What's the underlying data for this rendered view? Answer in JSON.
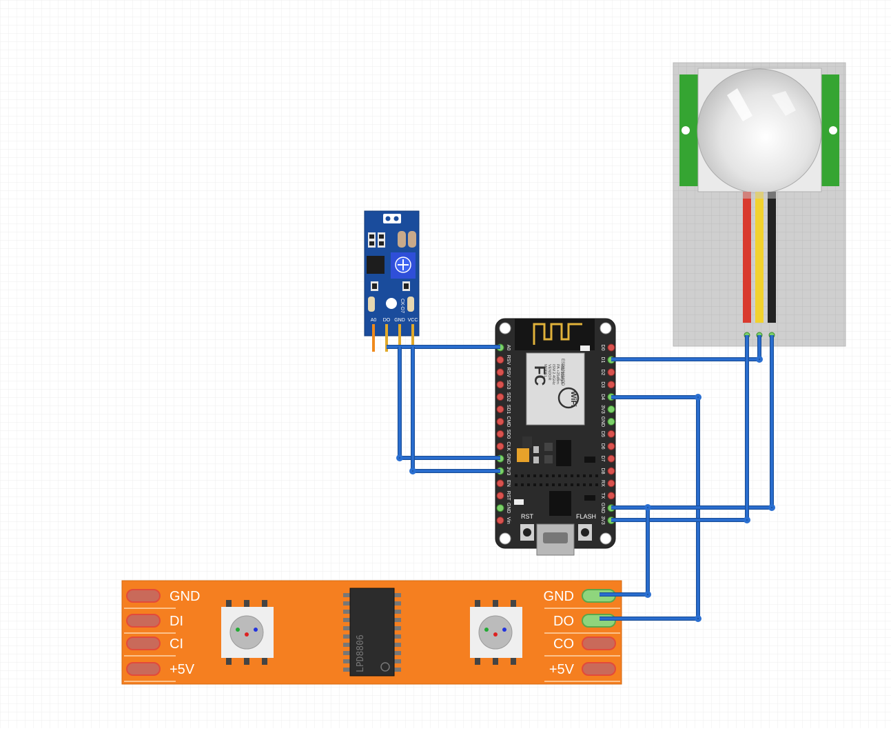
{
  "colors": {
    "wire": "#2a6fd1",
    "wire_edge": "#1a4f99",
    "mcu_board": "#2b2b2b",
    "sensor_board": "#1a4c9c",
    "strip": "#f57f20",
    "pir_green": "#35a532",
    "pad_red": "#d9534f",
    "pad_green": "#7cd06a"
  },
  "sensor": {
    "pins": [
      "A0",
      "DO",
      "GND",
      "VCC"
    ],
    "silk": "CK-D7"
  },
  "mcu": {
    "left_pins": [
      "A0",
      "RSV",
      "RSV",
      "SD3",
      "SD2",
      "SD1",
      "CMD",
      "SD0",
      "CLK",
      "GND",
      "3V3",
      "EN",
      "RST",
      "GND",
      "Vin"
    ],
    "right_pins": [
      "D0",
      "D1",
      "D2",
      "D3",
      "D4",
      "3V3",
      "GND",
      "D5",
      "D6",
      "D7",
      "D8",
      "RX",
      "TX",
      "GND",
      "3V3"
    ],
    "module_lines": [
      "MODEL",
      "VENDOR",
      "ISM 2.4GHz",
      "PA +25dBm",
      "802.11b/g/n"
    ],
    "module_name": "ESP8266MOD",
    "wifi_logo": "WiFi",
    "fc_mark": "FC",
    "rst_label": "RST",
    "flash_label": "FLASH"
  },
  "strip": {
    "left_labels": [
      "GND",
      "DI",
      "CI",
      "+5V"
    ],
    "right_labels": [
      "GND",
      "DO",
      "CO",
      "+5V"
    ],
    "chip": "LPD8806"
  }
}
